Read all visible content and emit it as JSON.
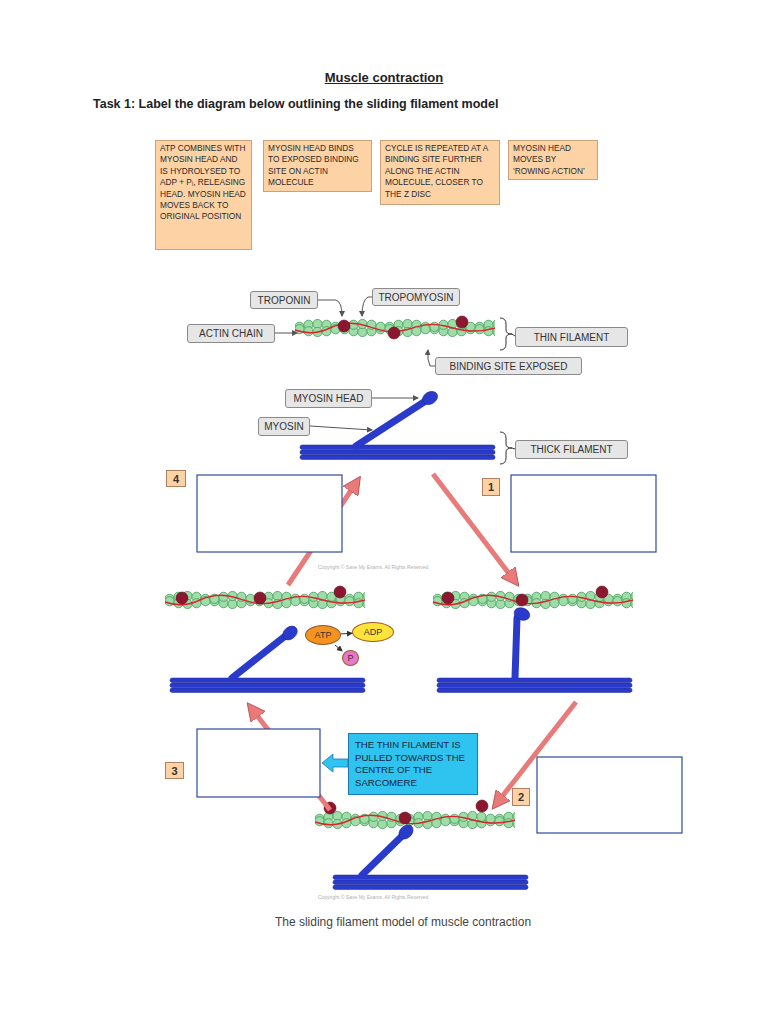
{
  "diagram": {
    "title": "Muscle contraction",
    "caption": "The sliding filament model of muscle contraction",
    "nodes": [
      {
        "text": [
          "ATP COMBINES WITH MYOSIN HEAD AND IS HYDROLYSED TO ADP + Pᵢ, RELEASING HEAD. MYOSIN HEAD MOVES BACK TO ORIGINAL POSITION"
        ]
      },
      {
        "text": [
          "MYOSIN HEAD BINDS TO EXPOSED BINDING SITE ON ACTIN MOLECULE"
        ]
      },
      {
        "text": [
          "CYCLE IS REPEATED AT A BINDING SITE FURTHER ALONG THE ACTIN MOLECULE, CLOSER TO THE Z DISC"
        ]
      },
      {
        "text": [
          "MYOSIN HEAD MOVES BY ‘ROWING ACTION’"
        ]
      },
      {
        "text": [
          "TROPONIN"
        ]
      },
      {
        "text": [
          "TROPOMYOSIN"
        ]
      },
      {
        "text": [
          "ACTIN CHAIN"
        ]
      },
      {
        "text": [
          "THIN FILAMENT"
        ]
      },
      {
        "text": [
          "BINDING SITE EXPOSED"
        ]
      },
      {
        "text": [
          "MYOSIN HEAD"
        ]
      },
      {
        "text": [
          "MYOSIN"
        ]
      },
      {
        "text": [
          "THICK FILAMENT"
        ]
      },
      {
        "text": [
          "4"
        ]
      },
      {
        "text": [
          "1"
        ]
      },
      {
        "text": [
          "ATP"
        ]
      },
      {
        "text": [
          "ADP"
        ]
      },
      {
        "text": [
          "P"
        ]
      },
      {
        "text": [
          "3"
        ]
      },
      {
        "text": [
          "THE THIN FILAMENT IS PULLED TOWARDS THE CENTRE OF THE SARCOMERE"
        ]
      },
      {
        "text": [
          "2"
        ]
      }
    ],
    "edges": [
      {
        "from": 14,
        "to": 15,
        "arrow": "to"
      },
      {
        "from": 14,
        "to": 16,
        "arrow": "to"
      }
    ],
    "labels": [
      "Task 1: Label the diagram below outlining the sliding filament model",
      "Copyright © Save My Exams. All Rights Reserved",
      "Copyright © Save My Exams. All Rights Reserved"
    ]
  }
}
